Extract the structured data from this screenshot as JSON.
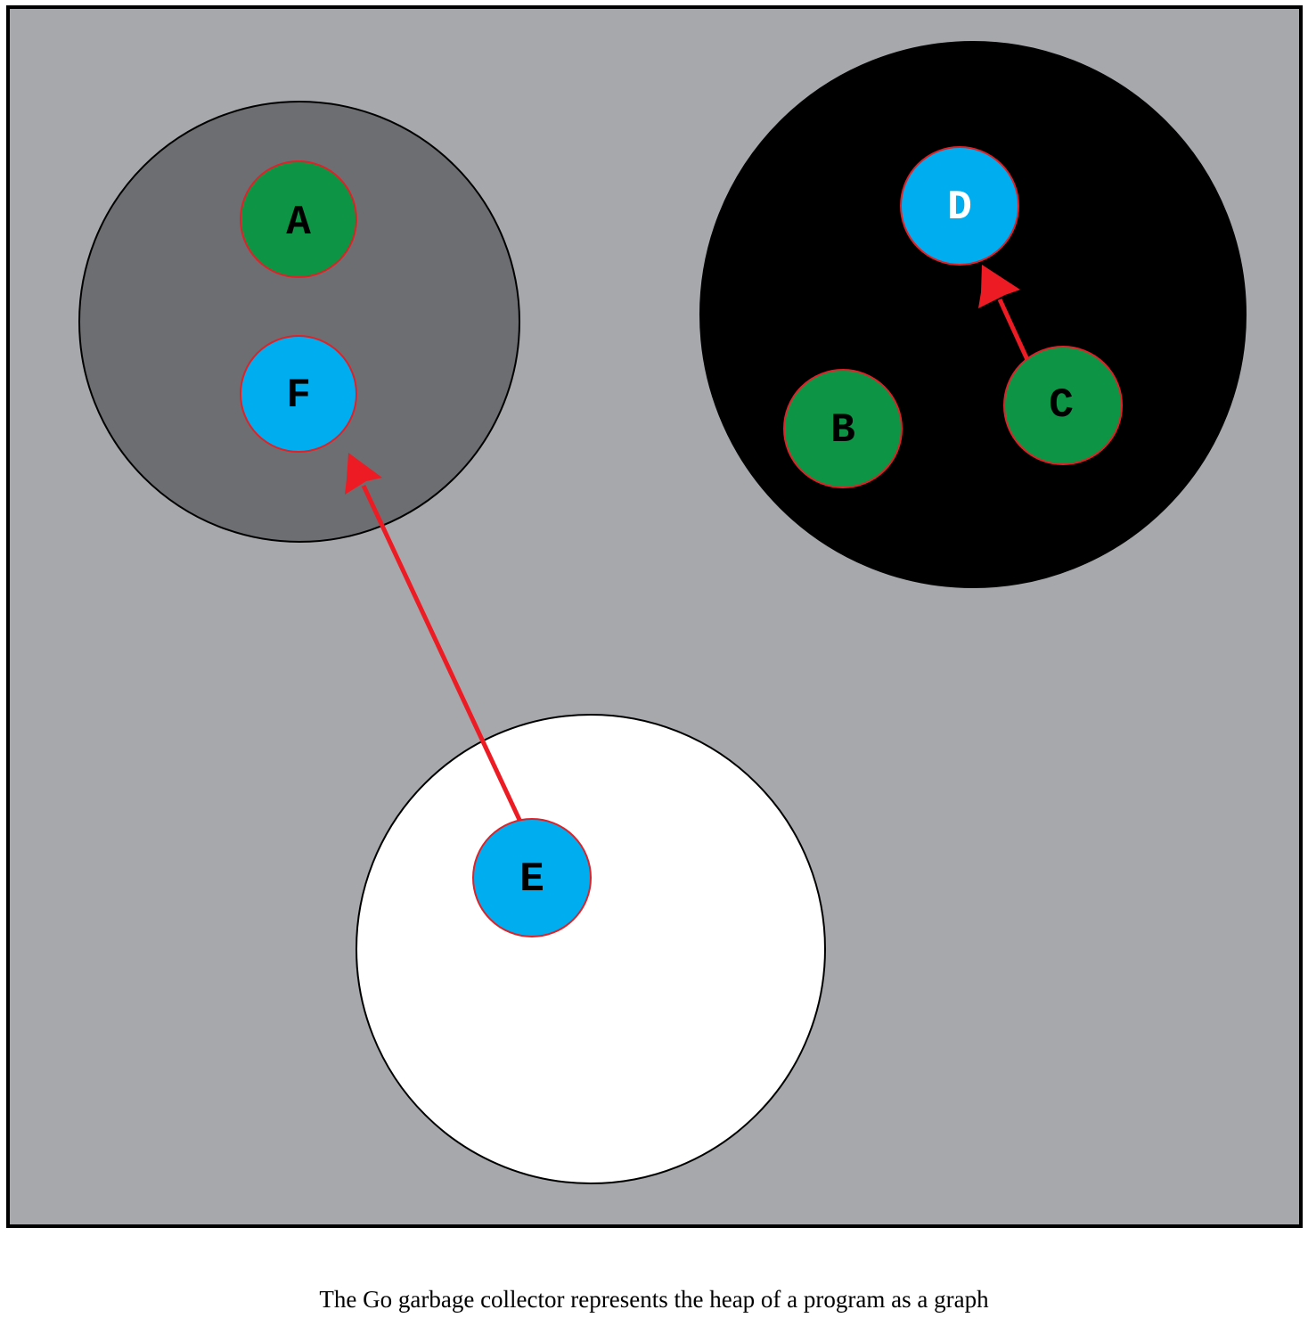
{
  "colors": {
    "heap_background": "#a7a8ab",
    "grey_set": "#6d6e71",
    "black_set": "#000000",
    "white_set": "#ffffff",
    "green_node": "#0d9444",
    "blue_node": "#00aeef",
    "node_outline": "#e02127",
    "arrow": "#ed1c24"
  },
  "nodes": {
    "a": {
      "label": "A",
      "color": "green",
      "label_color": "black"
    },
    "b": {
      "label": "B",
      "color": "green",
      "label_color": "black"
    },
    "c": {
      "label": "C",
      "color": "green",
      "label_color": "black"
    },
    "d": {
      "label": "D",
      "color": "blue",
      "label_color": "white"
    },
    "e": {
      "label": "E",
      "color": "blue",
      "label_color": "black"
    },
    "f": {
      "label": "F",
      "color": "blue",
      "label_color": "black"
    }
  },
  "edges": [
    {
      "from": "C",
      "to": "D"
    },
    {
      "from": "E",
      "to": "F"
    }
  ],
  "caption": "The Go garbage collector represents the heap of a program as a graph"
}
